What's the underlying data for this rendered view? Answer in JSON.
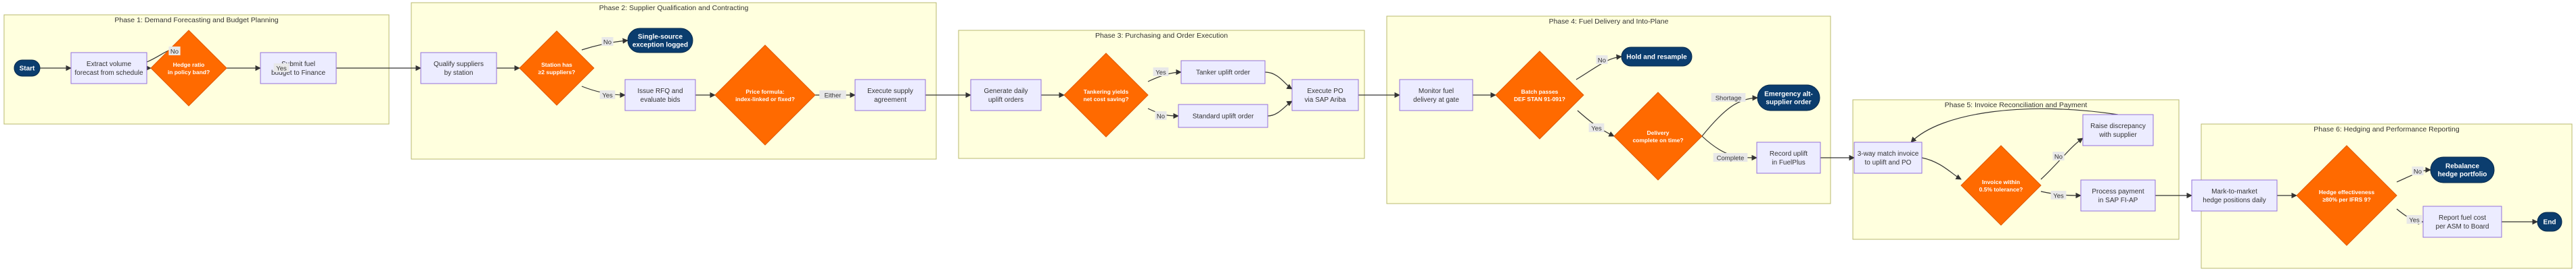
{
  "phases": [
    {
      "id": "p1",
      "title": "Phase 1: Demand Forecasting and Budget Planning"
    },
    {
      "id": "p2",
      "title": "Phase 2: Supplier Qualification and Contracting"
    },
    {
      "id": "p3",
      "title": "Phase 3: Purchasing and Order Execution"
    },
    {
      "id": "p4",
      "title": "Phase 4: Fuel Delivery and Into-Plane"
    },
    {
      "id": "p5",
      "title": "Phase 5: Invoice Reconciliation and Payment"
    },
    {
      "id": "p6",
      "title": "Phase 6: Hedging and Performance Reporting"
    }
  ],
  "nodes": [
    {
      "id": "start",
      "kind": "terminal",
      "lines": [
        "Start"
      ]
    },
    {
      "id": "extract",
      "kind": "process",
      "lines": [
        "Extract volume",
        "forecast from schedule"
      ]
    },
    {
      "id": "hedge_ratio",
      "kind": "decision",
      "lines": [
        "Hedge ratio",
        "in policy band?"
      ]
    },
    {
      "id": "submit",
      "kind": "process",
      "lines": [
        "Submit fuel",
        "budget to Finance"
      ]
    },
    {
      "id": "qualify",
      "kind": "process",
      "lines": [
        "Qualify suppliers",
        "by station"
      ]
    },
    {
      "id": "station",
      "kind": "decision",
      "lines": [
        "Station has",
        "≥2 suppliers?"
      ]
    },
    {
      "id": "single",
      "kind": "terminal",
      "lines": [
        "Single-source",
        "exception logged"
      ]
    },
    {
      "id": "rfq",
      "kind": "process",
      "lines": [
        "Issue RFQ and",
        "evaluate bids"
      ]
    },
    {
      "id": "formula",
      "kind": "decision",
      "lines": [
        "Price formula:",
        "index-linked or fixed?"
      ]
    },
    {
      "id": "execute",
      "kind": "process",
      "lines": [
        "Execute supply",
        "agreement"
      ]
    },
    {
      "id": "daily",
      "kind": "process",
      "lines": [
        "Generate daily",
        "uplift orders"
      ]
    },
    {
      "id": "tanker",
      "kind": "decision",
      "lines": [
        "Tankering yields",
        "net cost saving?"
      ]
    },
    {
      "id": "tanker_order",
      "kind": "process",
      "lines": [
        "Tanker uplift order"
      ]
    },
    {
      "id": "standard",
      "kind": "process",
      "lines": [
        "Standard uplift order"
      ]
    },
    {
      "id": "po",
      "kind": "process",
      "lines": [
        "Execute PO",
        "via SAP Ariba"
      ]
    },
    {
      "id": "monitor",
      "kind": "process",
      "lines": [
        "Monitor fuel",
        "delivery at gate"
      ]
    },
    {
      "id": "batch",
      "kind": "decision",
      "lines": [
        "Batch passes",
        "DEF STAN 91-091?"
      ]
    },
    {
      "id": "hold",
      "kind": "terminal",
      "lines": [
        "Hold and resample"
      ]
    },
    {
      "id": "delivery",
      "kind": "decision",
      "lines": [
        "Delivery",
        "complete on time?"
      ]
    },
    {
      "id": "emergency",
      "kind": "terminal",
      "lines": [
        "Emergency alt-",
        "supplier order"
      ]
    },
    {
      "id": "record",
      "kind": "process",
      "lines": [
        "Record uplift",
        "in FuelPlus"
      ]
    },
    {
      "id": "match",
      "kind": "process",
      "lines": [
        "3-way match invoice",
        "to uplift and PO"
      ]
    },
    {
      "id": "variance",
      "kind": "decision",
      "lines": [
        "Invoice within",
        "0.5% tolerance?"
      ]
    },
    {
      "id": "raise",
      "kind": "process",
      "lines": [
        "Raise discrepancy",
        "with supplier"
      ]
    },
    {
      "id": "payment",
      "kind": "process",
      "lines": [
        "Process payment",
        "in SAP FI-AP"
      ]
    },
    {
      "id": "mtm",
      "kind": "process",
      "lines": [
        "Mark-to-market",
        "hedge positions daily"
      ]
    },
    {
      "id": "effective",
      "kind": "decision",
      "lines": [
        "Hedge effectiveness",
        "≥80% per IFRS 9?"
      ]
    },
    {
      "id": "rebalance",
      "kind": "terminal",
      "lines": [
        "Rebalance",
        "hedge portfolio"
      ]
    },
    {
      "id": "report",
      "kind": "process",
      "lines": [
        "Report fuel cost",
        "per ASM to Board"
      ]
    },
    {
      "id": "end",
      "kind": "terminal",
      "lines": [
        "End"
      ]
    }
  ],
  "edges": [
    {
      "id": "e_start_extract",
      "label": ""
    },
    {
      "id": "e_extract_hedge",
      "label": ""
    },
    {
      "id": "e_hedge_no",
      "label": "No"
    },
    {
      "id": "e_hedge_yes",
      "label": "Yes"
    },
    {
      "id": "e_submit_qualify",
      "label": ""
    },
    {
      "id": "e_qualify_station",
      "label": ""
    },
    {
      "id": "e_station_no",
      "label": "No"
    },
    {
      "id": "e_station_yes",
      "label": "Yes"
    },
    {
      "id": "e_rfq_formula",
      "label": ""
    },
    {
      "id": "e_formula_either",
      "label": "Either"
    },
    {
      "id": "e_execute_daily",
      "label": ""
    },
    {
      "id": "e_daily_tanker",
      "label": ""
    },
    {
      "id": "e_tanker_yes",
      "label": "Yes"
    },
    {
      "id": "e_tanker_no",
      "label": "No"
    },
    {
      "id": "e_tankerorder_po",
      "label": ""
    },
    {
      "id": "e_standard_po",
      "label": ""
    },
    {
      "id": "e_po_monitor",
      "label": ""
    },
    {
      "id": "e_monitor_batch",
      "label": ""
    },
    {
      "id": "e_batch_no",
      "label": "No"
    },
    {
      "id": "e_batch_yes",
      "label": "Yes"
    },
    {
      "id": "e_delivery_shortage",
      "label": "Shortage"
    },
    {
      "id": "e_delivery_complete",
      "label": "Complete"
    },
    {
      "id": "e_record_match",
      "label": ""
    },
    {
      "id": "e_match_variance",
      "label": ""
    },
    {
      "id": "e_variance_no",
      "label": "No"
    },
    {
      "id": "e_variance_yes",
      "label": "Yes"
    },
    {
      "id": "e_raise_match",
      "label": ""
    },
    {
      "id": "e_payment_mtm",
      "label": ""
    },
    {
      "id": "e_mtm_effective",
      "label": ""
    },
    {
      "id": "e_effective_no",
      "label": "No"
    },
    {
      "id": "e_effective_yes",
      "label": "Yes"
    },
    {
      "id": "e_report_end",
      "label": ""
    }
  ],
  "colors": {
    "phase_fill": "#ffffde",
    "process_fill": "#ececff",
    "decision_fill": "#ff6a00",
    "terminal_fill": "#0b3d6e",
    "edge": "#333333"
  }
}
